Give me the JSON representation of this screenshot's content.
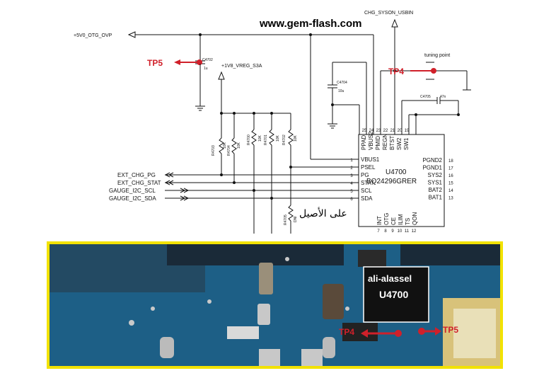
{
  "website": "www.gem-flash.com",
  "nets": {
    "otg_ovp": "+5V0_OTG_OVP",
    "vreg": "+1V8_VREG_S3A",
    "chg_syson": "CHG_SYSON_USBIN",
    "tuning_point": "tuning point"
  },
  "test_points": {
    "tp5": "TP5",
    "tp4": "TP4"
  },
  "components": {
    "c4702": "C4702",
    "c4702_val": "1u",
    "c4704": "C4704",
    "c4704_val": "10u",
    "c4705": "C4705",
    "c4705_val": "47n",
    "r4703": "R4703",
    "r4703_val": "10K",
    "r4704": "R4704",
    "r4704_val": "10K",
    "r4700": "R4700",
    "r4700_val": "10K",
    "r4701": "R4701",
    "r4701_val": "10K",
    "r4702": "R4702",
    "r4702_val": "10K",
    "r4705": "R4705",
    "r4705_val": "DNI"
  },
  "ic": {
    "ref": "U4700",
    "part": "BQ24296GRER",
    "left_pins": [
      {
        "num": "1",
        "name": "VBUS1"
      },
      {
        "num": "2",
        "name": "PSEL"
      },
      {
        "num": "3",
        "name": "PG"
      },
      {
        "num": "4",
        "name": "STAT"
      },
      {
        "num": "5",
        "name": "SCL"
      },
      {
        "num": "6",
        "name": "SDA"
      }
    ],
    "right_pins": [
      {
        "num": "18",
        "name": "PGND2"
      },
      {
        "num": "17",
        "name": "PGND1"
      },
      {
        "num": "16",
        "name": "SYS2"
      },
      {
        "num": "15",
        "name": "SYS1"
      },
      {
        "num": "14",
        "name": "BAT2"
      },
      {
        "num": "13",
        "name": "BAT1"
      }
    ],
    "top_pins": [
      {
        "num": "25",
        "name": "PPAD"
      },
      {
        "num": "24",
        "name": "VBUS2"
      },
      {
        "num": "23",
        "name": "PMID"
      },
      {
        "num": "22",
        "name": "REGN"
      },
      {
        "num": "21",
        "name": "BTST"
      },
      {
        "num": "20",
        "name": "SW2"
      },
      {
        "num": "19",
        "name": "SW1"
      }
    ],
    "bottom_pins": [
      {
        "num": "7",
        "name": "INT"
      },
      {
        "num": "8",
        "name": "OTG"
      },
      {
        "num": "9",
        "name": "CE"
      },
      {
        "num": "10",
        "name": "ILIM"
      },
      {
        "num": "11",
        "name": "TS"
      },
      {
        "num": "12",
        "name": "QON"
      }
    ]
  },
  "signals": [
    "EXT_CHG_PG",
    "EXT_CHG_STAT",
    "GAUGE_I2C_SCL",
    "GAUGE_I2C_SDA"
  ],
  "arabic_note": "على الأصيل",
  "photo": {
    "author": "ali-alassel",
    "chip_label": "U4700",
    "tp4": "TP4",
    "tp5": "TP5"
  },
  "colors": {
    "accent_red": "#d0202a",
    "frame_yellow": "#f2e200",
    "pcb_blue": "#1d5f86"
  }
}
